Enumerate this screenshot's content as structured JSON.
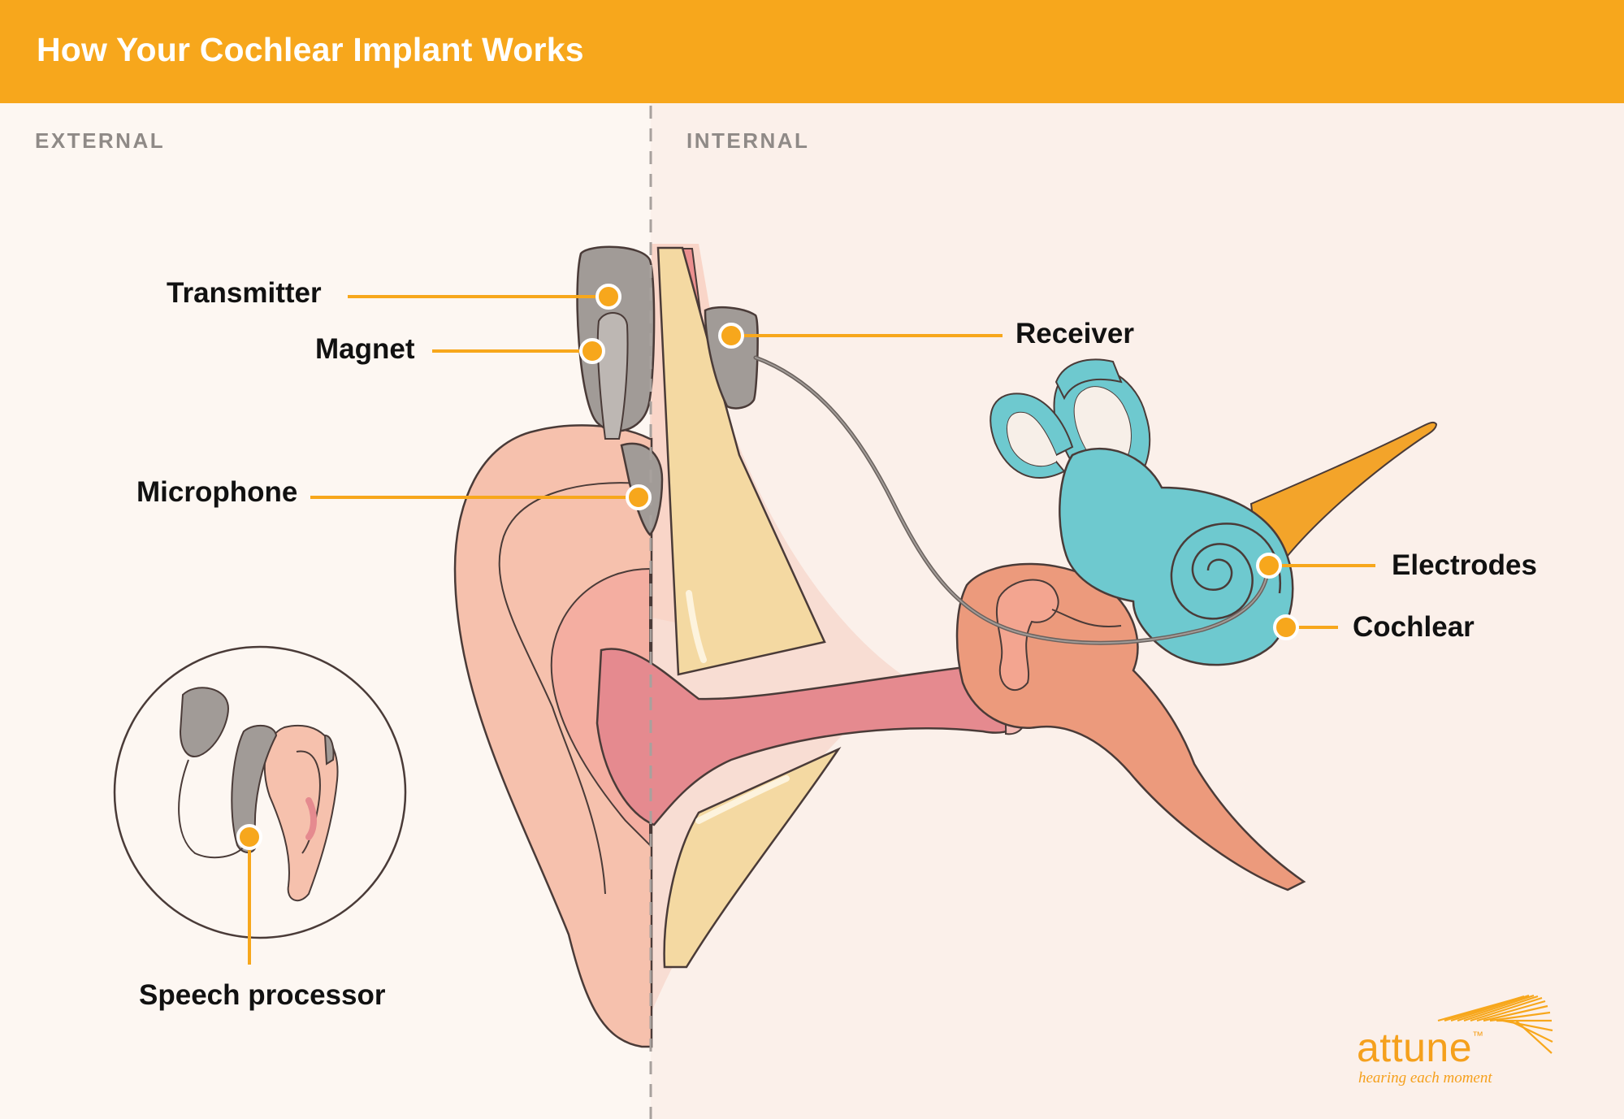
{
  "header": {
    "title": "How Your Cochlear Implant Works"
  },
  "sections": {
    "external": "EXTERNAL",
    "internal": "INTERNAL"
  },
  "callouts": {
    "transmitter": "Transmitter",
    "magnet": "Magnet",
    "microphone": "Microphone",
    "speech_processor": "Speech processor",
    "receiver": "Receiver",
    "electrodes": "Electrodes",
    "cochlear": "Cochlear"
  },
  "logo": {
    "word": "attune",
    "trademark": "™",
    "tagline": "hearing each moment"
  },
  "colors": {
    "accent": "#f7a71c",
    "skin": "#f6c1ad",
    "canal": "#e58a8f",
    "bone": "#f4d9a2",
    "cochlea": "#6ec9cf",
    "device": "#a19b97",
    "middle_ear": "#ec9a7c"
  }
}
